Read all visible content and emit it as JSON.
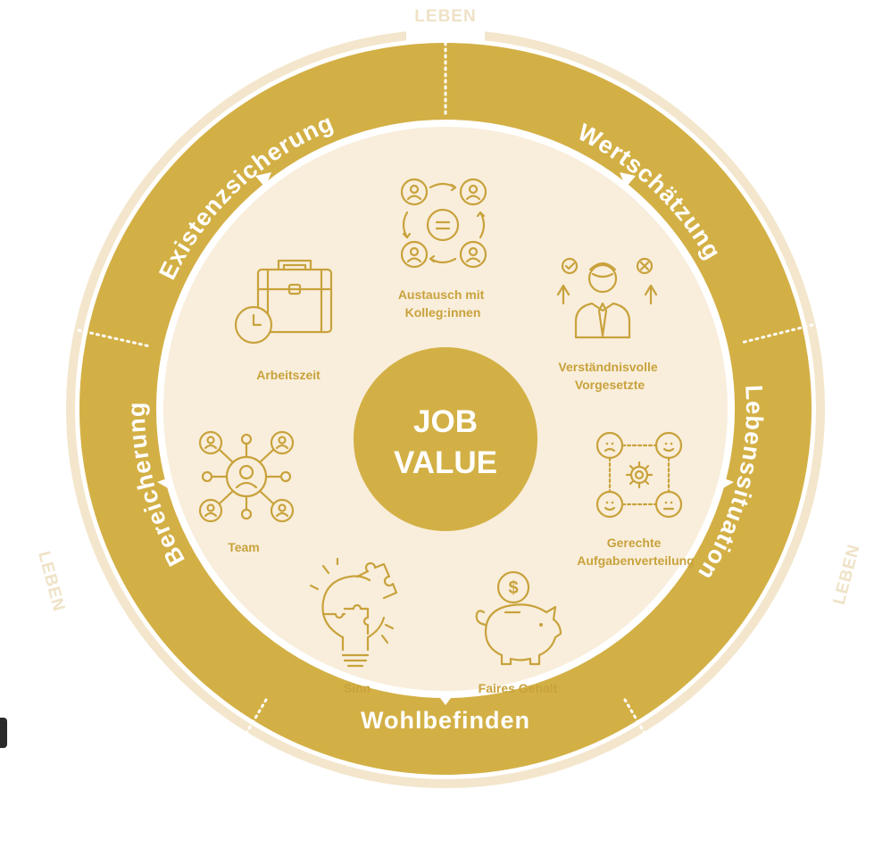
{
  "diagram": {
    "outer_labels": {
      "top": "LEBEN",
      "left": "LEBEN",
      "right": "LEBEN"
    },
    "ring_segments": [
      {
        "id": "existenzsicherung",
        "label": "Existenzsicherung"
      },
      {
        "id": "wertschaetzung",
        "label": "Wertschätzung"
      },
      {
        "id": "lebenssituation",
        "label": "Lebenssituation"
      },
      {
        "id": "wohlbefinden",
        "label": "Wohlbefinden"
      },
      {
        "id": "bereicherung",
        "label": "Bereicherung"
      }
    ],
    "center": {
      "line1": "JOB",
      "line2": "VALUE"
    },
    "items": [
      {
        "id": "austausch",
        "icon": "people-exchange-icon",
        "lines": [
          "Austausch mit",
          "Kolleg:innen"
        ]
      },
      {
        "id": "arbeitszeit",
        "icon": "briefcase-clock-icon",
        "lines": [
          "Arbeitszeit"
        ]
      },
      {
        "id": "vorgesetzte",
        "icon": "manager-decision-icon",
        "lines": [
          "Verständnisvolle",
          "Vorgesetzte"
        ]
      },
      {
        "id": "team",
        "icon": "team-network-icon",
        "lines": [
          "Team"
        ]
      },
      {
        "id": "aufgaben",
        "icon": "task-distribution-icon",
        "lines": [
          "Gerechte",
          "Aufgabenverteilung"
        ]
      },
      {
        "id": "sinn",
        "icon": "lightbulb-puzzle-icon",
        "lines": [
          "Sinn"
        ]
      },
      {
        "id": "gehalt",
        "icon": "piggy-bank-icon",
        "lines": [
          "Faires Gehalt"
        ]
      }
    ],
    "colors": {
      "ring": "#d3b045",
      "inner_fill": "#f9eedb",
      "inner_border": "#ffffff",
      "outer_ring_light": "#f3e6cc",
      "accent": "#c8a23c"
    }
  }
}
